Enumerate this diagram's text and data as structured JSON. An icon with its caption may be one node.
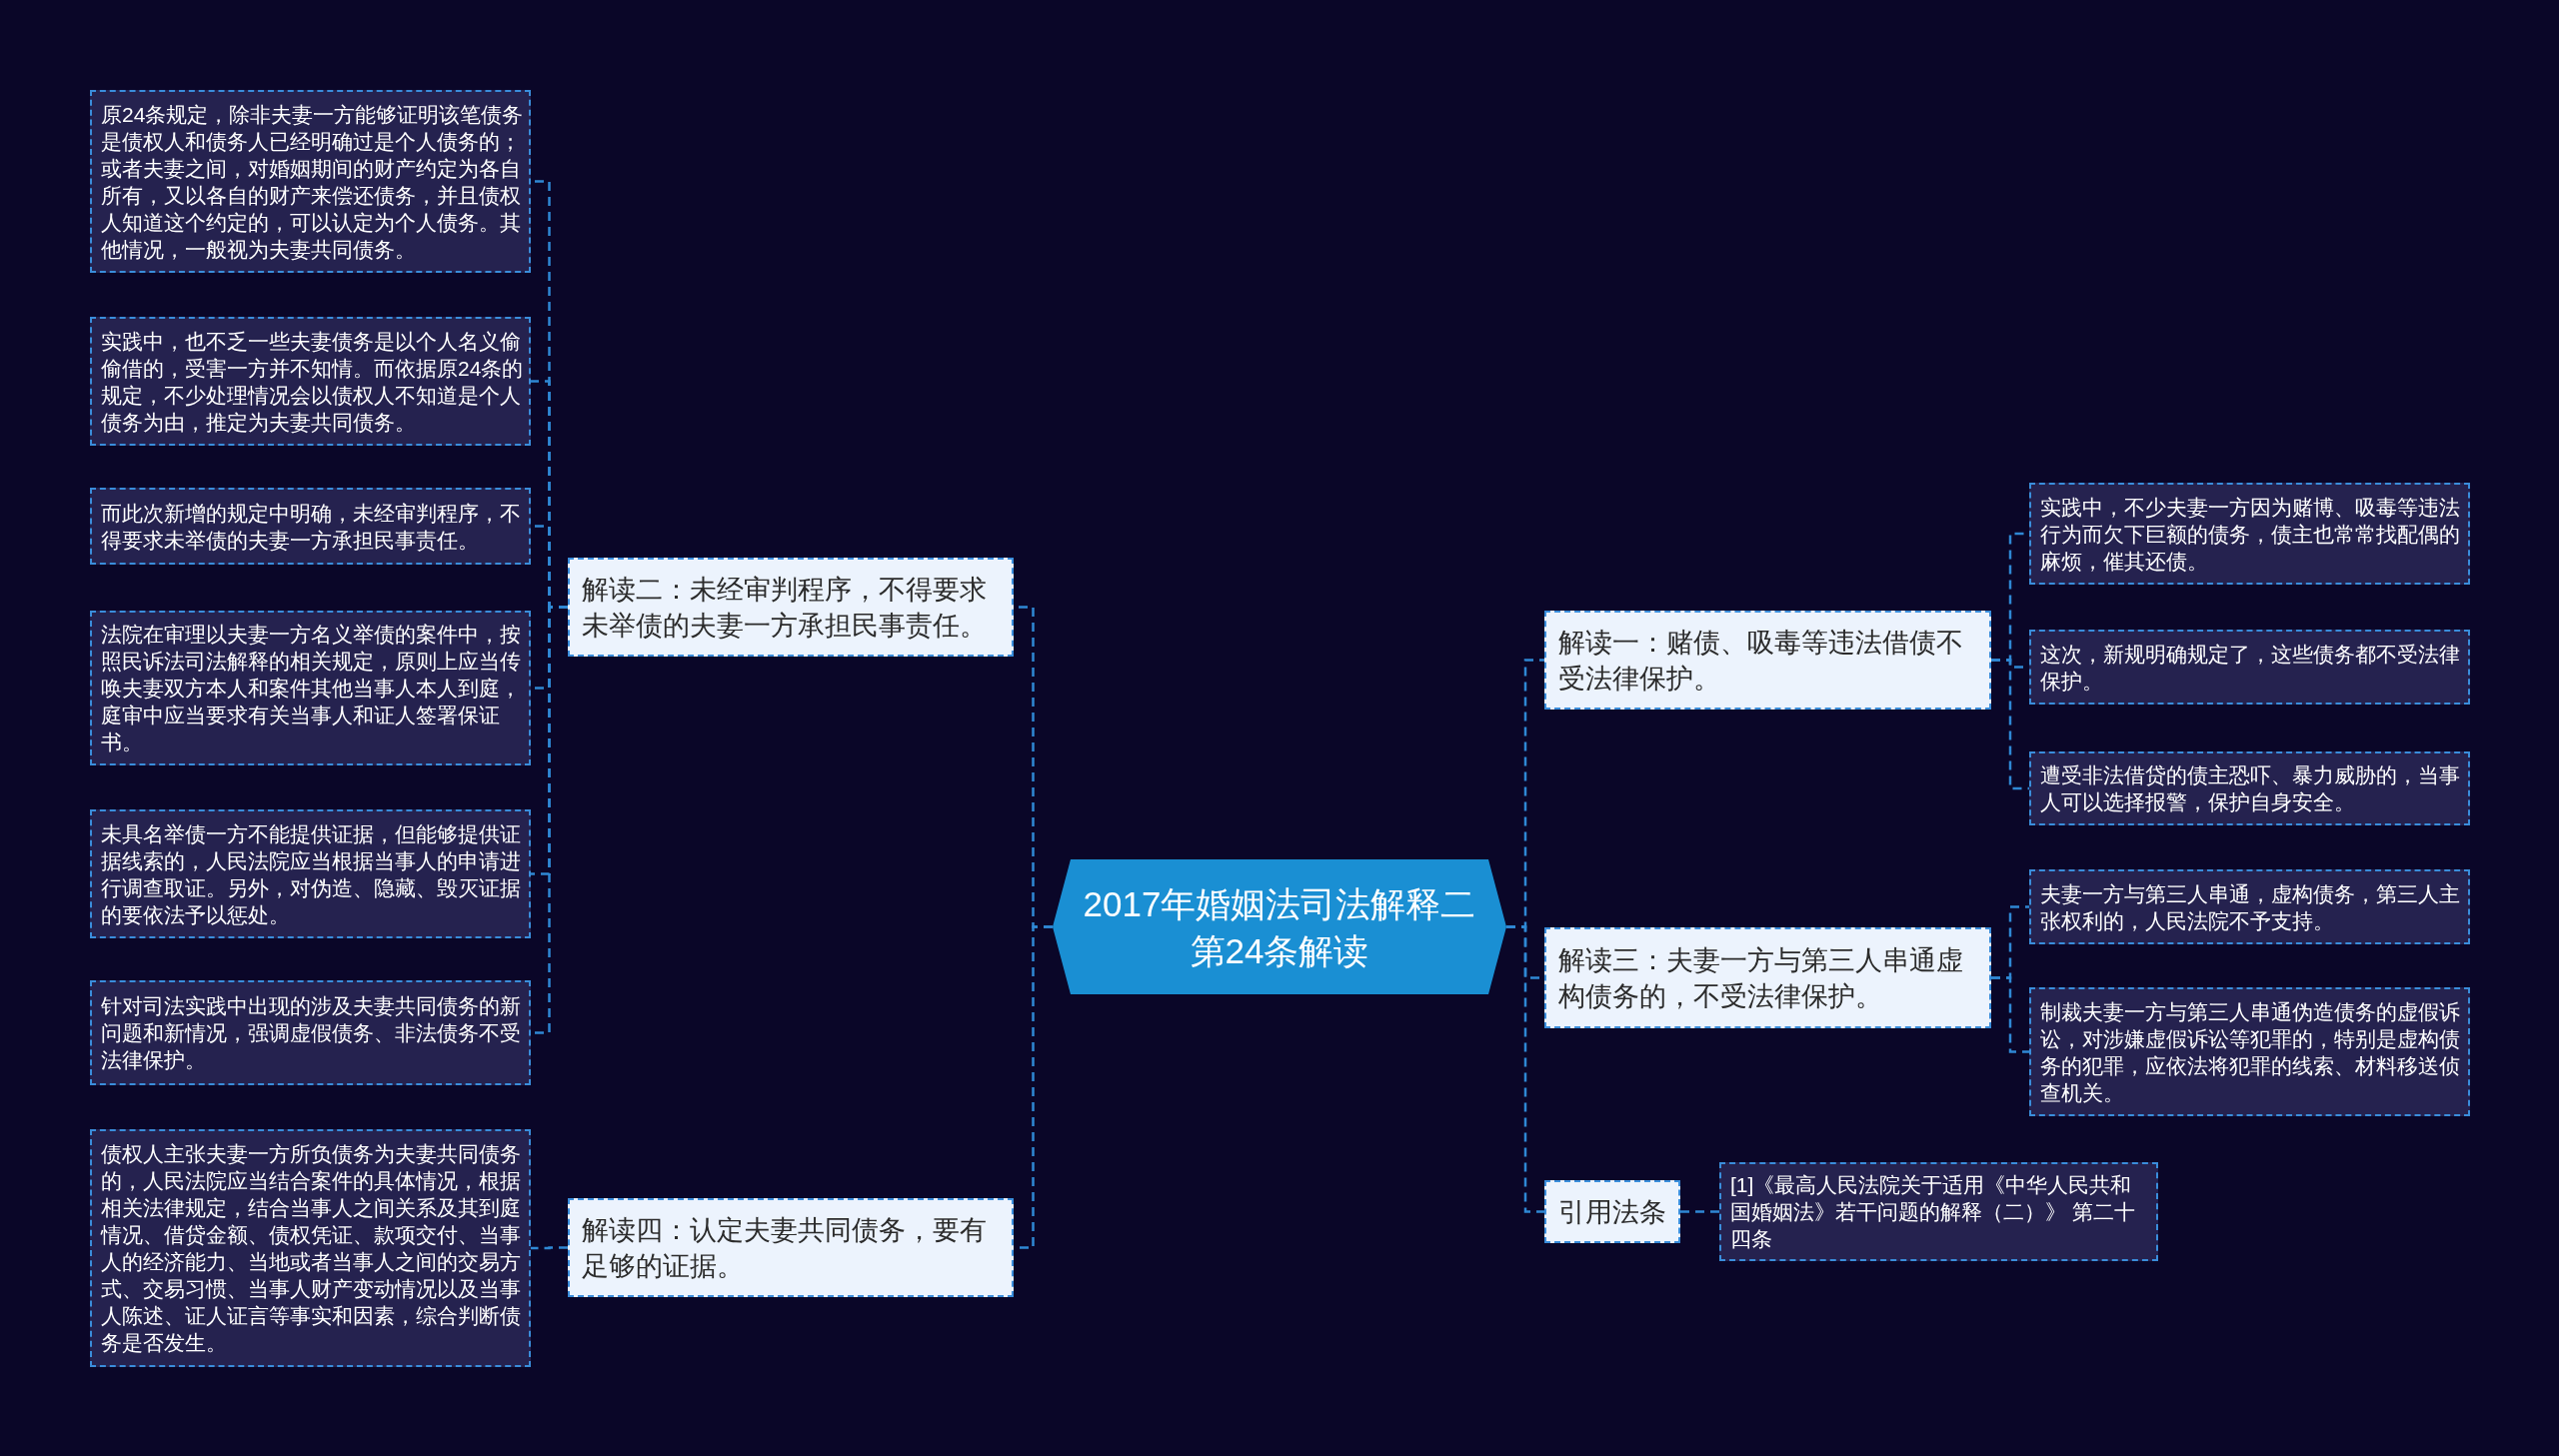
{
  "diagram": {
    "nodes": [
      {
        "text": [
          "2017年婚姻法司法解释二第24条解读"
        ]
      },
      {
        "text": [
          "解读二：未经审判程序，不得要求未举债的夫妻一方承担民事责任。"
        ]
      },
      {
        "text": [
          "原24条规定，除非夫妻一方能够证明该笔债务是债权人和债务人已经明确过是个人债务的；或者夫妻之间，对婚姻期间的财产约定为各自所有，又以各自的财产来偿还债务，并且债权人知道这个约定的，可以认定为个人债务。其他情况，一般视为夫妻共同债务。"
        ]
      },
      {
        "text": [
          "实践中，也不乏一些夫妻债务是以个人名义偷偷借的，受害一方并不知情。而依据原24条的规定，不少处理情况会以债权人不知道是个人债务为由，推定为夫妻共同债务。"
        ]
      },
      {
        "text": [
          "而此次新增的规定中明确，未经审判程序，不得要求未举债的夫妻一方承担民事责任。"
        ]
      },
      {
        "text": [
          "法院在审理以夫妻一方名义举债的案件中，按照民诉法司法解释的相关规定，原则上应当传唤夫妻双方本人和案件其他当事人本人到庭，庭审中应当要求有关当事人和证人签署保证书。"
        ]
      },
      {
        "text": [
          "未具名举债一方不能提供证据，但能够提供证据线索的，人民法院应当根据当事人的申请进行调查取证。另外，对伪造、隐藏、毁灭证据的要依法予以惩处。"
        ]
      },
      {
        "text": [
          "针对司法实践中出现的涉及夫妻共同债务的新问题和新情况，强调虚假债务、非法债务不受法律保护。"
        ]
      },
      {
        "text": [
          "解读四：认定夫妻共同债务，要有足够的证据。"
        ]
      },
      {
        "text": [
          "债权人主张夫妻一方所负债务为夫妻共同债务的，人民法院应当结合案件的具体情况，根据相关法律规定，结合当事人之间关系及其到庭情况、借贷金额、债权凭证、款项交付、当事人的经济能力、当地或者当事人之间的交易方式、交易习惯、当事人财产变动情况以及当事人陈述、证人证言等事实和因素，综合判断债务是否发生。"
        ]
      },
      {
        "text": [
          "解读一：赌债、吸毒等违法借债不受法律保护。"
        ]
      },
      {
        "text": [
          "实践中，不少夫妻一方因为赌博、吸毒等违法行为而欠下巨额的债务，债主也常常找配偶的麻烦，催其还债。"
        ]
      },
      {
        "text": [
          "这次，新规明确规定了，这些债务都不受法律保护。"
        ]
      },
      {
        "text": [
          "遭受非法借贷的债主恐吓、暴力威胁的，当事人可以选择报警，保护自身安全。"
        ]
      },
      {
        "text": [
          "解读三：夫妻一方与第三人串通虚构债务的，不受法律保护。"
        ]
      },
      {
        "text": [
          "夫妻一方与第三人串通，虚构债务，第三人主张权利的，人民法院不予支持。"
        ]
      },
      {
        "text": [
          "制裁夫妻一方与第三人串通伪造债务的虚假诉讼，对涉嫌虚假诉讼等犯罪的，特别是虚构债务的犯罪，应依法将犯罪的线索、材料移送侦查机关。"
        ]
      },
      {
        "text": [
          "引用法条"
        ]
      },
      {
        "text": [
          "[1]《最高人民法院关于适用《中华人民共和国婚姻法》若干问题的解释（二）》 第二十四条"
        ]
      }
    ],
    "edges": [
      {
        "from": 0,
        "to": 1,
        "arrow": "none"
      },
      {
        "from": 1,
        "to": 2,
        "arrow": "none"
      },
      {
        "from": 1,
        "to": 3,
        "arrow": "none"
      },
      {
        "from": 1,
        "to": 4,
        "arrow": "none"
      },
      {
        "from": 1,
        "to": 5,
        "arrow": "none"
      },
      {
        "from": 1,
        "to": 6,
        "arrow": "none"
      },
      {
        "from": 1,
        "to": 7,
        "arrow": "none"
      },
      {
        "from": 0,
        "to": 8,
        "arrow": "none"
      },
      {
        "from": 8,
        "to": 9,
        "arrow": "none"
      },
      {
        "from": 0,
        "to": 10,
        "arrow": "none"
      },
      {
        "from": 10,
        "to": 11,
        "arrow": "none"
      },
      {
        "from": 10,
        "to": 12,
        "arrow": "none"
      },
      {
        "from": 10,
        "to": 13,
        "arrow": "none"
      },
      {
        "from": 0,
        "to": 14,
        "arrow": "none"
      },
      {
        "from": 14,
        "to": 15,
        "arrow": "none"
      },
      {
        "from": 14,
        "to": 16,
        "arrow": "none"
      },
      {
        "from": 0,
        "to": 17,
        "arrow": "none"
      },
      {
        "from": 17,
        "to": 18,
        "arrow": "none"
      }
    ]
  }
}
